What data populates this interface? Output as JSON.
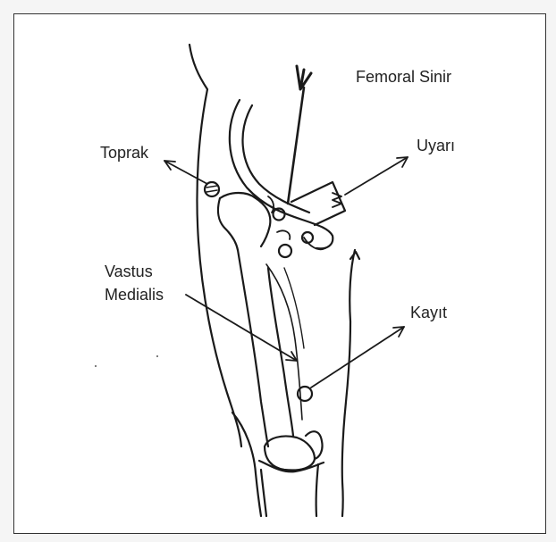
{
  "labels": {
    "nerve": "Femoral Sinir",
    "ground": "Toprak",
    "stimulus": "Uyarı",
    "muscle_line1": "Vastus",
    "muscle_line2": "Medialis",
    "recording": "Kayıt"
  },
  "colors": {
    "ink": "#1a1a1a",
    "paper": "#ffffff",
    "frame": "#333333"
  }
}
